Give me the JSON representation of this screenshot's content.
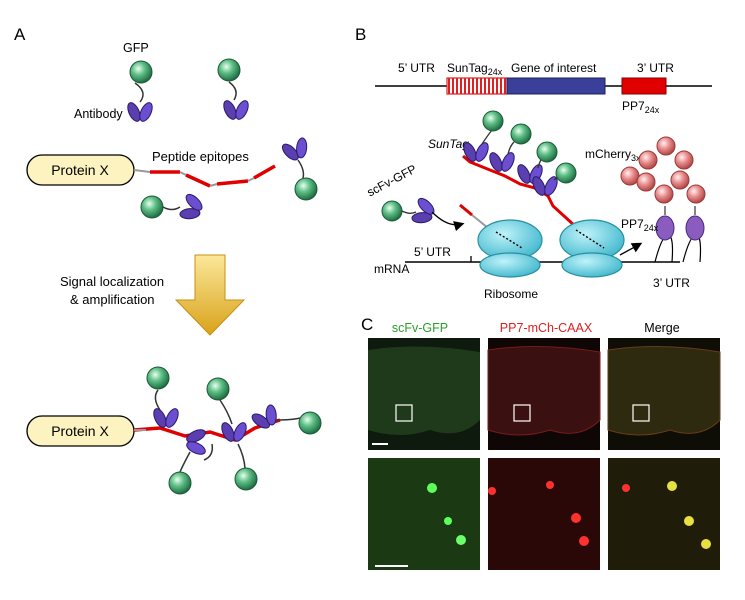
{
  "panelA": {
    "letter": "A",
    "gfp": "GFP",
    "antibody": "Antibody",
    "protein": "Protein X",
    "peptide": "Peptide epitopes",
    "signal_line1": "Signal localization",
    "signal_line2": "& amplification",
    "protein_bottom": "Protein X"
  },
  "panelB": {
    "letter": "B",
    "utr5": "5’ UTR",
    "suntag_construct": "SunTag",
    "suntag_sub": "24x",
    "gene": "Gene of interest",
    "utr3": "3’ UTR",
    "pp7_construct": "PP7",
    "pp7_sub": "24x",
    "suntag_label": "SunTag",
    "scfv": "scFv-GFP",
    "mcherry": "mCherry",
    "mcherry_sub": "3x",
    "pp7_label": "PP7",
    "pp7_label_sub": "24x",
    "utr5_mrna": "5’ UTR",
    "mrna": "mRNA",
    "ribosome": "Ribosome",
    "utr3_mrna": "3’ UTR"
  },
  "panelC": {
    "letter": "C",
    "col1": "scFv-GFP",
    "col2": "PP7-mCh-CAAX",
    "col3": "Merge"
  },
  "colors": {
    "gfp_ball": "#2e8b57",
    "antibody": "#5b3fb0",
    "protein_fill": "#fdf3c0",
    "peptide_red": "#e00000",
    "arrow_gold": "#e6b422",
    "gene_blue": "#3a3f9a",
    "ribosome": "#5fd0e0",
    "mcherry": "#e07a7a",
    "pp7_purple": "#8a5cc0",
    "label_green": "#2aa02a",
    "label_red": "#e02020"
  }
}
